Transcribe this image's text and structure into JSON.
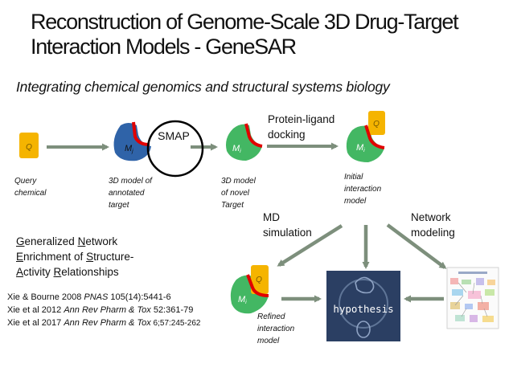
{
  "title_line1": "Reconstruction of Genome-Scale 3D Drug-Target",
  "title_line2": "Interaction Models - GeneSAR",
  "subtitle": "Integrating chemical genomics and structural systems biology",
  "nodes": {
    "query": {
      "glyph": "Q",
      "caption_l1": "Query",
      "caption_l2": "chemical"
    },
    "annotated": {
      "glyph": "M",
      "sub": "j",
      "caption_l1": "3D model of",
      "caption_l2": "annotated",
      "caption_l3": "target"
    },
    "smap": "SMAP",
    "novel": {
      "glyph": "M",
      "sub": "i",
      "caption_l1": "3D model",
      "caption_l2": "of novel",
      "caption_l3": "Target"
    },
    "initial": {
      "glyph": "M",
      "sub": "i",
      "q": "Q",
      "caption_l1": "Initial",
      "caption_l2": "interaction",
      "caption_l3": "model"
    },
    "refined": {
      "glyph": "M",
      "sub": "i",
      "q": "Q",
      "caption_l1": "Refined",
      "caption_l2": "interaction",
      "caption_l3": "model"
    }
  },
  "edges": {
    "docking_l1": "Protein-ligand",
    "docking_l2": "docking",
    "md_l1": "MD",
    "md_l2": "simulation",
    "net_l1": "Network",
    "net_l2": "modeling"
  },
  "hypothesis": "hypothesis",
  "genesar_lines": [
    {
      "u": "G",
      "rest": "eneralized "
    },
    {
      "u": "N",
      "rest": "etwork"
    },
    {
      "u": "E",
      "rest": "nrichment of "
    },
    {
      "u": "S",
      "rest": "tructure-"
    },
    {
      "u": "A",
      "rest": "ctivity "
    },
    {
      "u": "R",
      "rest": "elationships"
    }
  ],
  "references": [
    {
      "authors": "Xie & Bourne 2008 ",
      "journal": "PNAS",
      "details": " 105(14):5441-6"
    },
    {
      "authors": "Xie et al 2012 ",
      "journal": "Ann Rev Pharm & Tox",
      "details": " 52:361-79"
    },
    {
      "authors": "Xie et al 2017 ",
      "journal": "Ann Rev Pharm & Tox",
      "details": " 6;57:245-262"
    }
  ],
  "colors": {
    "query": "#f5b400",
    "annotated": "#2f63a8",
    "novel": "#43b763",
    "binding_site": "#e10000",
    "arrow": "#7d8f7c",
    "hypothesis_bg": "#2b3f63"
  }
}
